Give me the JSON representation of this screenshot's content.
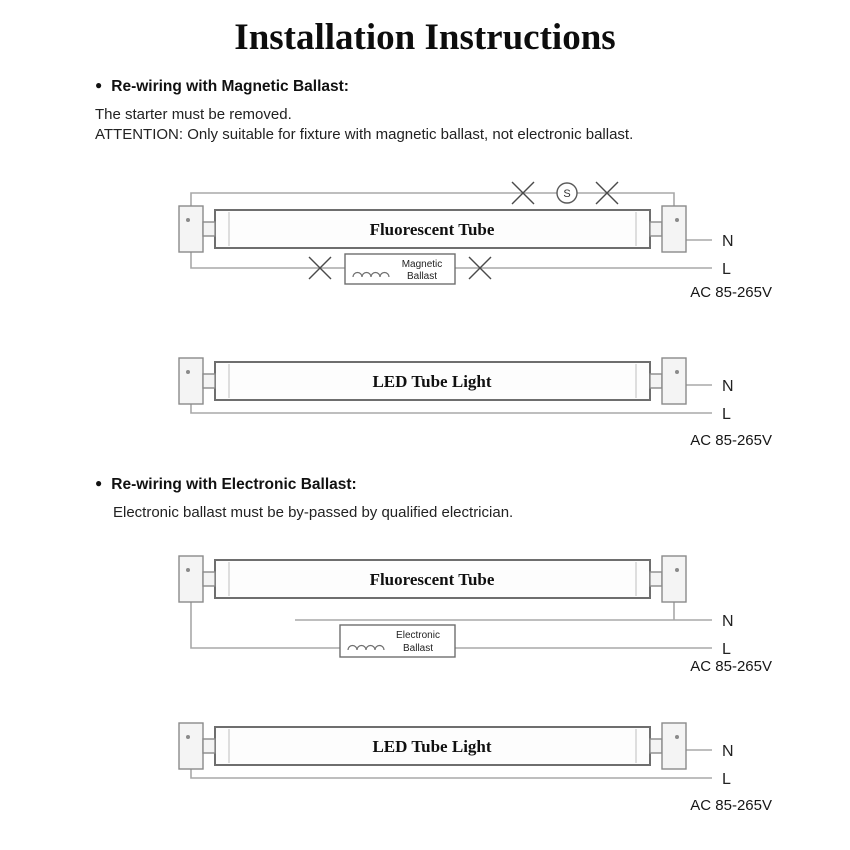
{
  "title": "Installation Instructions",
  "sections": {
    "magnetic": {
      "bullet": "●",
      "heading": "Re-wiring with Magnetic Ballast:",
      "note1": "The starter must be removed.",
      "note2": "ATTENTION: Only suitable for fixture with magnetic ballast, not electronic ballast."
    },
    "electronic": {
      "bullet": "●",
      "heading": "Re-wiring with Electronic Ballast:",
      "note1": "Electronic ballast must be by-passed by qualified electrician."
    }
  },
  "diagrams": {
    "fluorescent_magnetic": {
      "tube_label": "Fluorescent Tube",
      "starter_label": "S",
      "ballast_line1": "Magnetic",
      "ballast_line2": "Ballast",
      "wire_n": "N",
      "wire_l": "L",
      "voltage": "AC 85-265V"
    },
    "led_1": {
      "tube_label": "LED Tube Light",
      "wire_n": "N",
      "wire_l": "L",
      "voltage": "AC 85-265V"
    },
    "fluorescent_electronic": {
      "tube_label": "Fluorescent Tube",
      "ballast_line1": "Electronic",
      "ballast_line2": "Ballast",
      "wire_n": "N",
      "wire_l": "L",
      "voltage": "AC 85-265V"
    },
    "led_2": {
      "tube_label": "LED Tube Light",
      "wire_n": "N",
      "wire_l": "L",
      "voltage": "AC 85-265V"
    }
  },
  "colors": {
    "wire": "#a8a8a8",
    "outline": "#6e6e6e",
    "cut_mark": "#4a4a4a",
    "text": "#1a1a1a"
  }
}
